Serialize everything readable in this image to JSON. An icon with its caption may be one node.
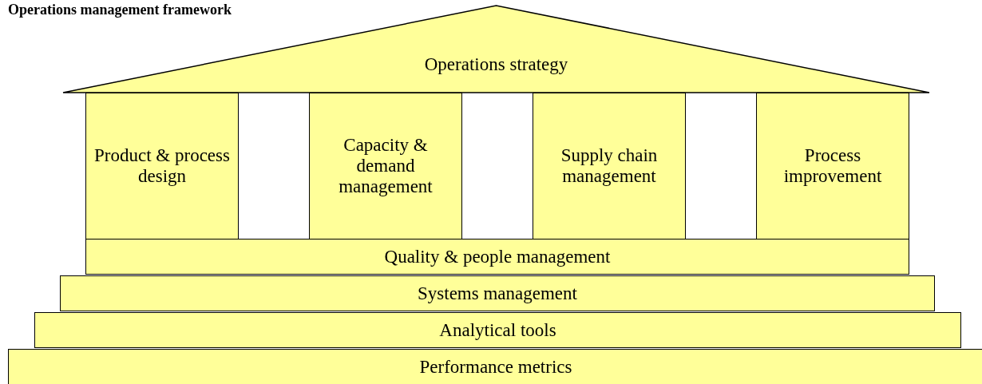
{
  "diagram": {
    "title": "Operations management framework",
    "nodes": [
      {
        "text": [
          "Operations strategy"
        ]
      },
      {
        "text": [
          "Product & process design"
        ]
      },
      {
        "text": [
          "Capacity & demand management"
        ]
      },
      {
        "text": [
          "Supply chain management"
        ]
      },
      {
        "text": [
          "Process improvement"
        ]
      },
      {
        "text": [
          "Quality & people management"
        ]
      },
      {
        "text": [
          "Systems management"
        ]
      },
      {
        "text": [
          "Analytical tools"
        ]
      },
      {
        "text": [
          "Performance metrics"
        ]
      }
    ]
  }
}
